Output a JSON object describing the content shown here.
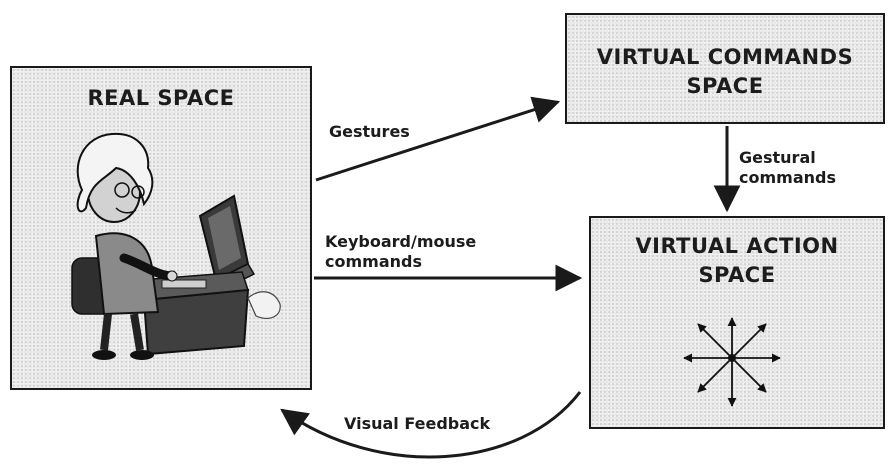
{
  "real_space": {
    "title": "REAL SPACE"
  },
  "commands_space": {
    "title": "VIRTUAL COMMANDS\nSPACE"
  },
  "action_space": {
    "title": "VIRTUAL ACTION\nSPACE"
  },
  "arrows": {
    "gestures": "Gestures",
    "gestural_commands": "Gestural\ncommands",
    "keyboard_mouse": "Keyboard/mouse\ncommands",
    "visual_feedback": "Visual Feedback"
  },
  "colors": {
    "box_fill": "#e6e6e6",
    "stroke": "#1a1a1a"
  }
}
